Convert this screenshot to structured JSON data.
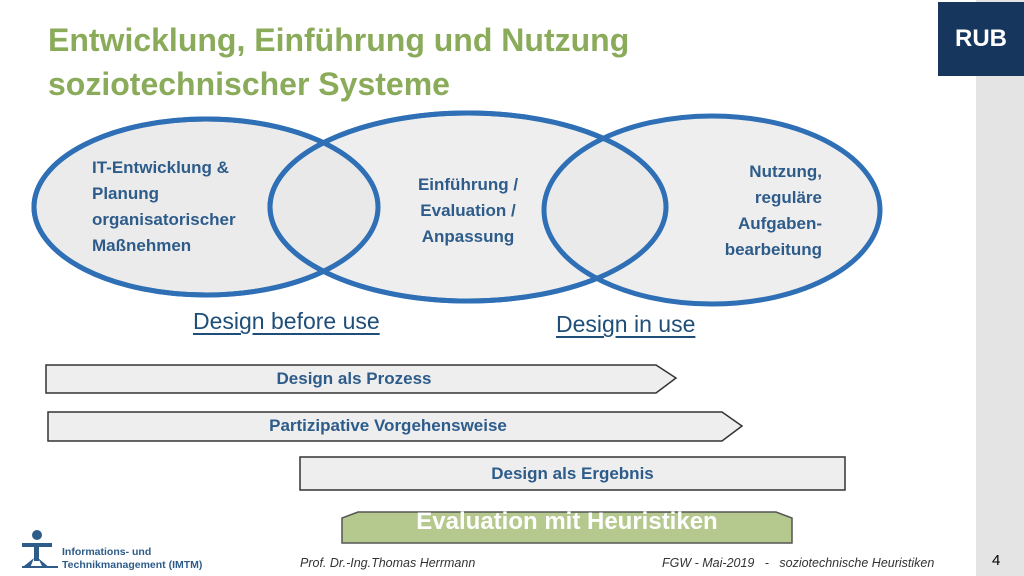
{
  "title": {
    "line1": "Entwicklung, Einführung und Nutzung",
    "line2": "soziotechnischer Systeme"
  },
  "logo": {
    "text": "RUB"
  },
  "circles": {
    "left": {
      "line1": "IT-Entwicklung &",
      "line2": "Planung",
      "line3": "organisatorischer",
      "line4": "Maßnehmen"
    },
    "middle": {
      "line1": "Einführung /",
      "line2": "Evaluation /",
      "line3": "Anpassung"
    },
    "right": {
      "line1": "Nutzung,",
      "line2": "reguläre",
      "line3": "Aufgaben-",
      "line4": "bearbeitung"
    }
  },
  "phases": {
    "before": "Design before use",
    "in_use": "Design in use"
  },
  "arrows": {
    "prozess": "Design als Prozess",
    "partizipativ": "Partizipative Vorgehensweise",
    "ergebnis": "Design als Ergebnis",
    "evaluation": "Evaluation mit Heuristiken"
  },
  "footer": {
    "institute_line1": "Informations- und",
    "institute_line2": "Technikmanagement (IMTM)",
    "author": "Prof. Dr.-Ing.Thomas Herrmann",
    "event": "FGW - Mai-2019   -   soziotechnische Heuristiken",
    "page": "4"
  },
  "colors": {
    "title": "#8aab5a",
    "circle_fill": "#e8e8e8",
    "circle_stroke": "#2e6fb5",
    "text_blue": "#2e5c8a",
    "logo_bg": "#17365d",
    "eval_fill": "#b5c98e"
  },
  "icons": {
    "imtm": "stick-figure-logo"
  }
}
